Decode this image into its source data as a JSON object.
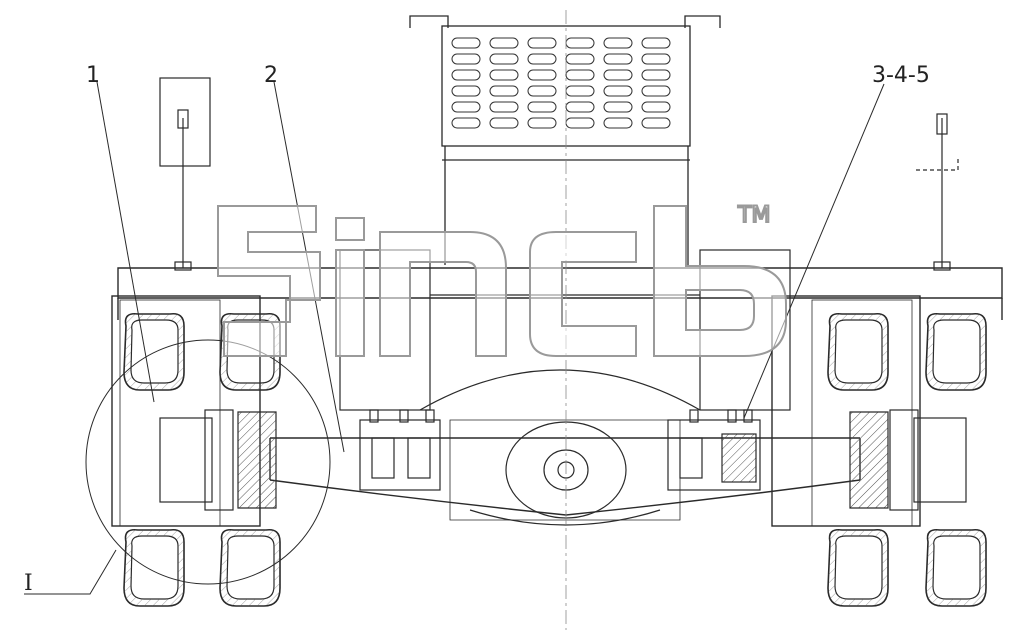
{
  "labels": {
    "callout_1": "1",
    "callout_2": "2",
    "callout_345": "3-4-5",
    "callout_detail": "I"
  },
  "watermark": {
    "tm": "TM"
  },
  "colors": {
    "line": "#2a2a2a",
    "light_line": "#8a8a8a",
    "watermark_outline": "#9a9a9a",
    "background": "#ffffff"
  }
}
